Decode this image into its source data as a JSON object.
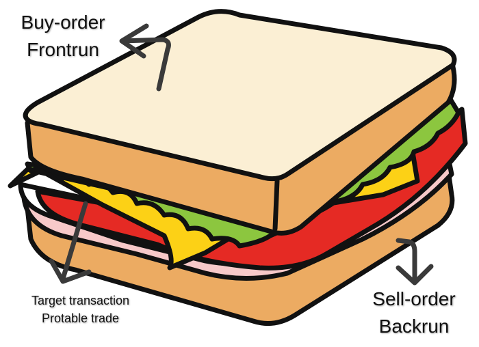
{
  "labels": {
    "top_left": {
      "line1": "Buy-order",
      "line2": "Frontrun"
    },
    "bottom_left": {
      "line1": "Target transaction",
      "line2": "Protable trade"
    },
    "bottom_right": {
      "line1": "Sell-order",
      "line2": "Backrun"
    }
  },
  "colors": {
    "outline": "#111111",
    "bread_top": "#fbefd4",
    "bread_crust": "#ecab62",
    "lettuce": "#8cc63f",
    "tomato": "#e52a24",
    "cheese": "#fcd116",
    "ham": "#f7c9c9",
    "arrow": "#3a3a3a"
  },
  "icons": [
    "sandwich-illustration",
    "curved-arrow-icon"
  ]
}
